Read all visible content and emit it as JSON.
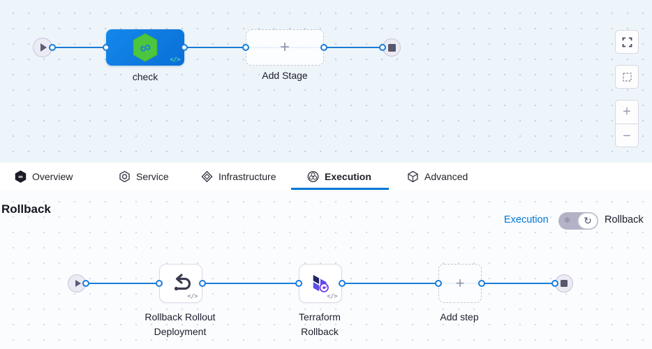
{
  "stage_pipeline": {
    "stage_name": "check",
    "add_stage_label": "Add Stage",
    "code_badge": "</>"
  },
  "controls": {
    "zoom_in": "+",
    "zoom_out": "−"
  },
  "tabs": {
    "overview": "Overview",
    "service": "Service",
    "infrastructure": "Infrastructure",
    "execution": "Execution",
    "advanced": "Advanced"
  },
  "rollback": {
    "heading": "Rollback",
    "execution_link": "Execution",
    "rollback_label": "Rollback",
    "step1_label": "Rollback Rollout Deployment",
    "step2_label": "Terraform Rollback",
    "add_step_label": "Add step",
    "code_badge": "</>",
    "toggle_state": "rollback"
  },
  "icons": {
    "infinity_glyph": "∞",
    "plus_glyph": "+",
    "rollback_toggle_glyph": "↻",
    "execution_toggle_glyph": "✻"
  },
  "colors": {
    "accent_blue": "#0278d5",
    "connector_blue": "#1a7cd8",
    "stage_node_blue": "#0b7ce2",
    "harness_green": "#4cc63f",
    "terraform_purple": "#5c4ee5",
    "canvas_top_bg": "#edf5fa",
    "canvas_bottom_bg": "#fafcfe"
  }
}
